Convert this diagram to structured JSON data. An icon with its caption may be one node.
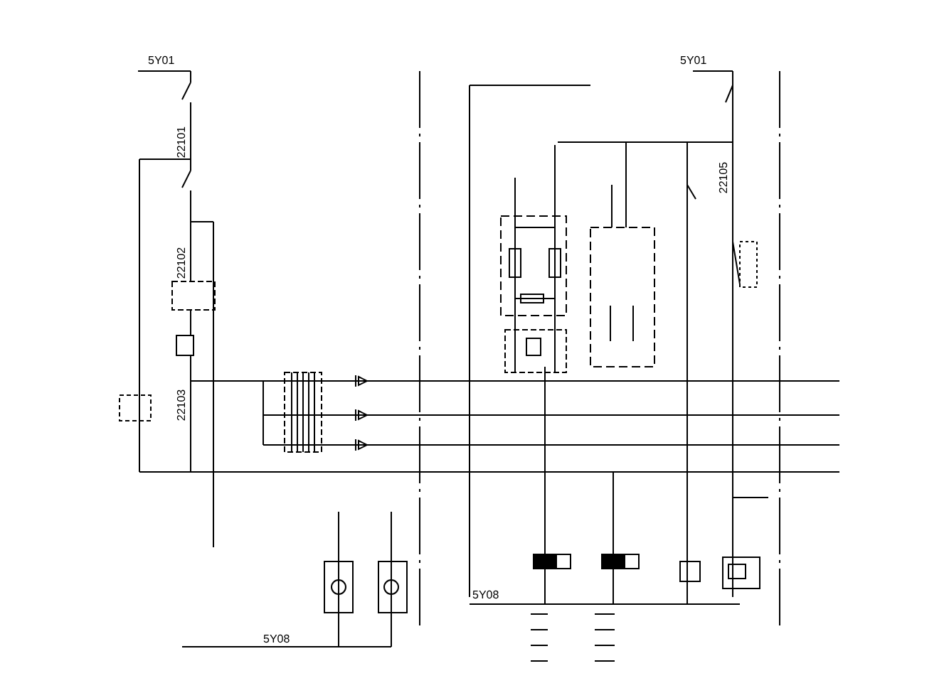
{
  "diagram": {
    "labels": [
      "5Y01",
      "22101",
      "22102",
      "22103",
      "5Y01",
      "22105",
      "5Y08",
      "5Y08"
    ]
  }
}
